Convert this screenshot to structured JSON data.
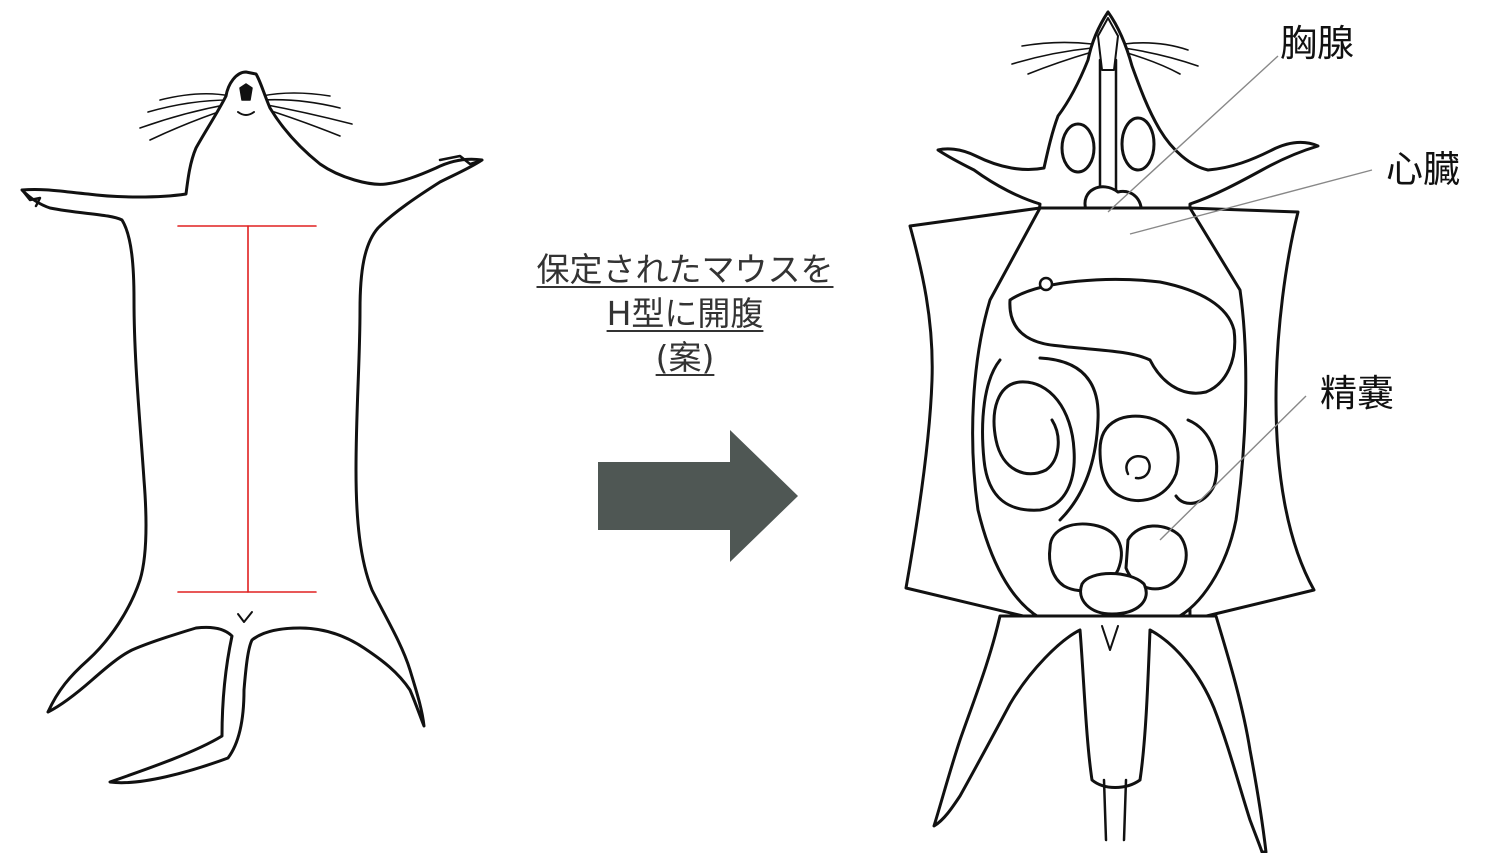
{
  "caption": {
    "line1": "保定されたマウスを",
    "line2": "H型に開腹",
    "line3": "(案)"
  },
  "labels": {
    "thymus": "胸腺",
    "heart": "心臓",
    "seminal_vesicle": "精嚢"
  },
  "colors": {
    "outline": "#111111",
    "incision": "#e02020",
    "arrow": "#4f5754",
    "leader": "#888888",
    "caption_text": "#333333"
  }
}
